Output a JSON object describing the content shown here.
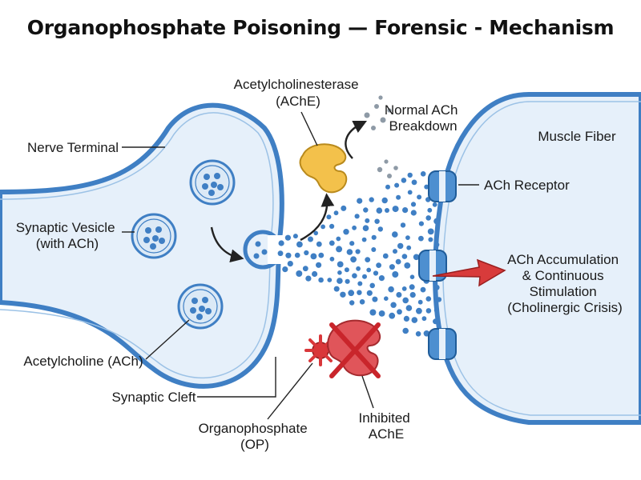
{
  "title": "Organophosphate Poisoning — Forensic - Mechanism",
  "labels": {
    "nerve_terminal": "Nerve Terminal",
    "synaptic_vesicle": [
      "Synaptic Vesicle",
      "(with ACh)"
    ],
    "acetylcholine": "Acetylcholine (ACh)",
    "synaptic_cleft": "Synaptic Cleft",
    "ache": [
      "Acetylcholinesterase",
      "(AChE)"
    ],
    "normal_breakdown": [
      "Normal ACh",
      "Breakdown"
    ],
    "muscle_fiber": "Muscle Fiber",
    "ach_receptor": "ACh Receptor",
    "accumulation": [
      "ACh Accumulation",
      "& Continuous",
      "Stimulation",
      "(Cholinergic Crisis)"
    ],
    "organophosphate": [
      "Organophosphate",
      "(OP)"
    ],
    "inhibited_ache": [
      "Inhibited",
      "AChE"
    ]
  },
  "colors": {
    "membrane": "#3f7fc4",
    "cytoplasm": "#e6f0fa",
    "vesicle_fill": "#dbe9f6",
    "ach_dot": "#3f7fc4",
    "ache_enzyme": "#f3c14b",
    "op_molecule": "#d9373a",
    "inhibited_enzyme": "#e0555a",
    "accumulation_arrow": "#d83b3b",
    "receptor": "#4d8fd0"
  },
  "icons": {
    "ache_enzyme": "enzyme-icon",
    "op_molecule": "spiky-molecule-icon",
    "inhibited_enzyme": "crossed-enzyme-icon"
  }
}
